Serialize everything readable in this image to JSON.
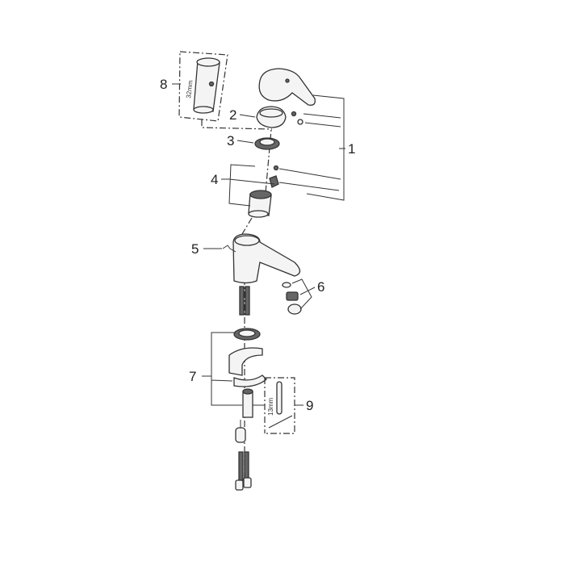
{
  "callouts": {
    "c1": "1",
    "c2": "2",
    "c3": "3",
    "c4": "4",
    "c5": "5",
    "c6": "6",
    "c7": "7",
    "c8": "8",
    "c9": "9"
  },
  "dimensions": {
    "tool8": "32mm",
    "tool9": "13mm"
  }
}
